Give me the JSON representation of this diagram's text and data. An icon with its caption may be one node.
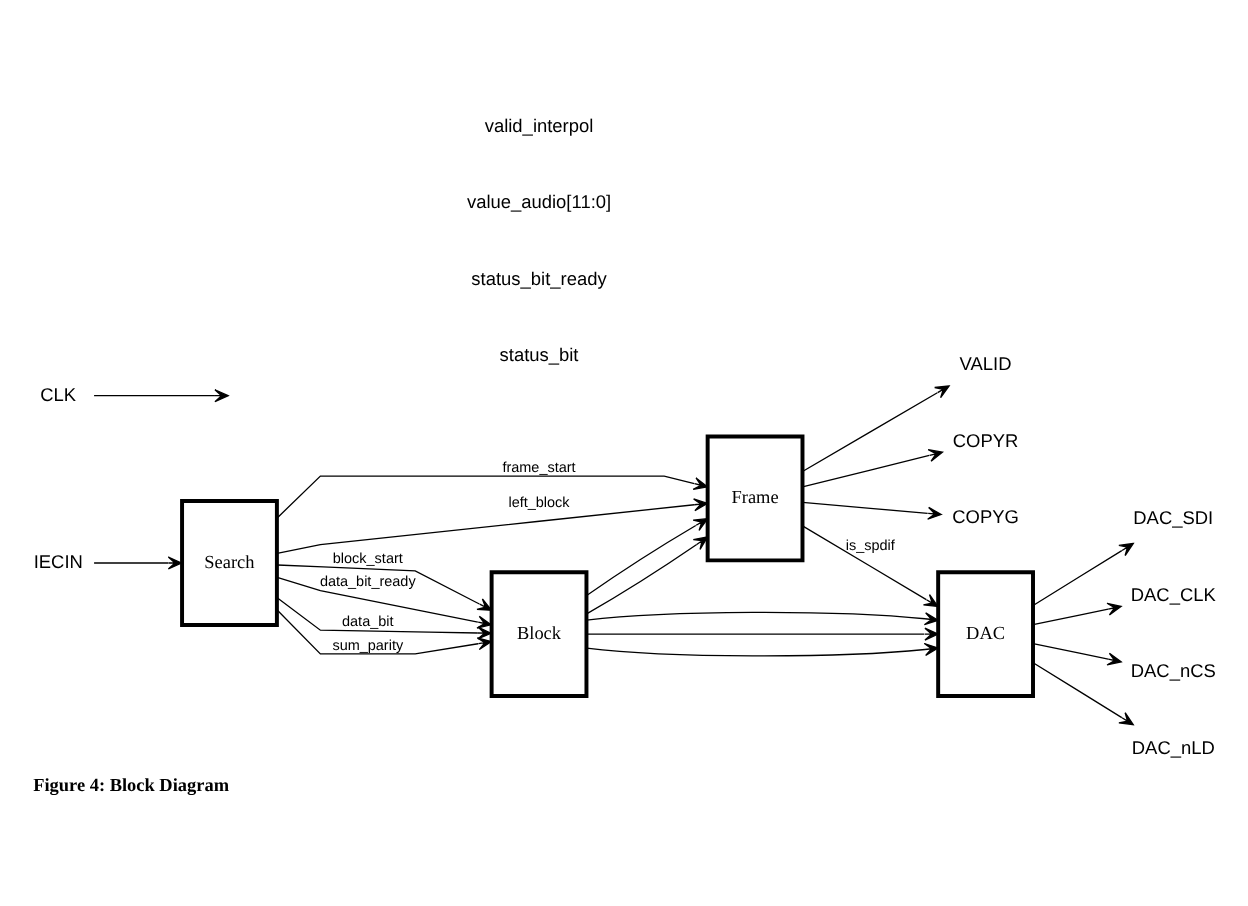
{
  "diagram": {
    "caption": "Figure 4: Block Diagram",
    "nodes": [
      {
        "text": [
          "IECIN"
        ]
      },
      {
        "text": [
          "Search"
        ]
      },
      {
        "text": [
          "CLK"
        ]
      },
      {
        "text": [
          "Frame"
        ]
      },
      {
        "text": [
          "Block"
        ]
      },
      {
        "text": [
          "DAC"
        ]
      },
      {
        "text": [
          "VALID"
        ]
      },
      {
        "text": [
          "COPYR"
        ]
      },
      {
        "text": [
          "COPYG"
        ]
      },
      {
        "text": [
          "DAC_SDI"
        ]
      },
      {
        "text": [
          "DAC_CLK"
        ]
      },
      {
        "text": [
          "DAC_nCS"
        ]
      },
      {
        "text": [
          "DAC_nLD"
        ]
      }
    ],
    "edges": [
      {
        "from": 0,
        "to": 1,
        "arrow": "to"
      },
      {
        "from": 2,
        "to": null,
        "arrow": "to"
      },
      {
        "from": 1,
        "to": 3,
        "arrow": "to",
        "label": "frame_start"
      },
      {
        "from": 1,
        "to": 3,
        "arrow": "to",
        "label": "left_block"
      },
      {
        "from": 1,
        "to": 4,
        "arrow": "to",
        "label": "block_start"
      },
      {
        "from": 1,
        "to": 4,
        "arrow": "to",
        "label": "data_bit_ready"
      },
      {
        "from": 1,
        "to": 4,
        "arrow": "to",
        "label": "data_bit"
      },
      {
        "from": 1,
        "to": 4,
        "arrow": "to",
        "label": "sum_parity"
      },
      {
        "from": 4,
        "to": 3,
        "arrow": "to"
      },
      {
        "from": 4,
        "to": 3,
        "arrow": "to"
      },
      {
        "from": 3,
        "to": 6,
        "arrow": "to"
      },
      {
        "from": 3,
        "to": 7,
        "arrow": "to"
      },
      {
        "from": 3,
        "to": 8,
        "arrow": "to"
      },
      {
        "from": 3,
        "to": 5,
        "arrow": "to",
        "label": "is_spdif"
      },
      {
        "from": 4,
        "to": 5,
        "arrow": "to"
      },
      {
        "from": 4,
        "to": 5,
        "arrow": "to"
      },
      {
        "from": 4,
        "to": 5,
        "arrow": "to"
      },
      {
        "from": 5,
        "to": 9,
        "arrow": "to"
      },
      {
        "from": 5,
        "to": 10,
        "arrow": "to"
      },
      {
        "from": 5,
        "to": 11,
        "arrow": "to"
      },
      {
        "from": 5,
        "to": 12,
        "arrow": "to"
      }
    ],
    "labels": [
      "status_bit",
      "status_bit_ready",
      "value_audio[11:0]",
      "valid_interpol"
    ]
  }
}
